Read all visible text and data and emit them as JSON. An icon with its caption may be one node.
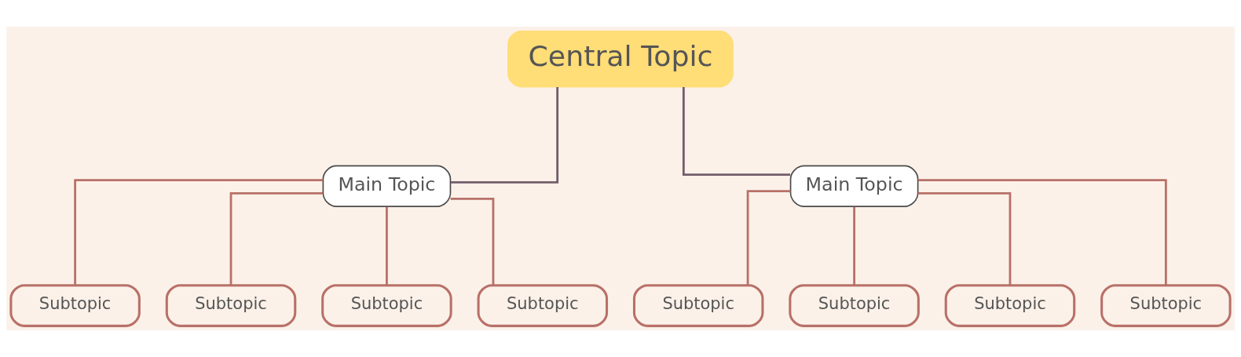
{
  "diagram": {
    "nodes": [
      {
        "text": [
          "Central Topic"
        ]
      },
      {
        "text": [
          "Main Topic"
        ]
      },
      {
        "text": [
          "Main Topic"
        ]
      },
      {
        "text": [
          "Subtopic"
        ]
      },
      {
        "text": [
          "Subtopic"
        ]
      },
      {
        "text": [
          "Subtopic"
        ]
      },
      {
        "text": [
          "Subtopic"
        ]
      },
      {
        "text": [
          "Subtopic"
        ]
      },
      {
        "text": [
          "Subtopic"
        ]
      },
      {
        "text": [
          "Subtopic"
        ]
      },
      {
        "text": [
          "Subtopic"
        ]
      }
    ],
    "edges": [
      {
        "from": 0,
        "to": 1,
        "arrow": "none",
        "color": "#725d6b"
      },
      {
        "from": 0,
        "to": 2,
        "arrow": "none",
        "color": "#725d6b"
      },
      {
        "from": 1,
        "to": 3,
        "arrow": "none"
      },
      {
        "from": 1,
        "to": 4,
        "arrow": "none"
      },
      {
        "from": 1,
        "to": 5,
        "arrow": "none"
      },
      {
        "from": 1,
        "to": 6,
        "arrow": "none"
      },
      {
        "from": 2,
        "to": 7,
        "arrow": "none"
      },
      {
        "from": 2,
        "to": 8,
        "arrow": "none"
      },
      {
        "from": 2,
        "to": 9,
        "arrow": "none"
      },
      {
        "from": 2,
        "to": 10,
        "arrow": "none"
      }
    ]
  }
}
